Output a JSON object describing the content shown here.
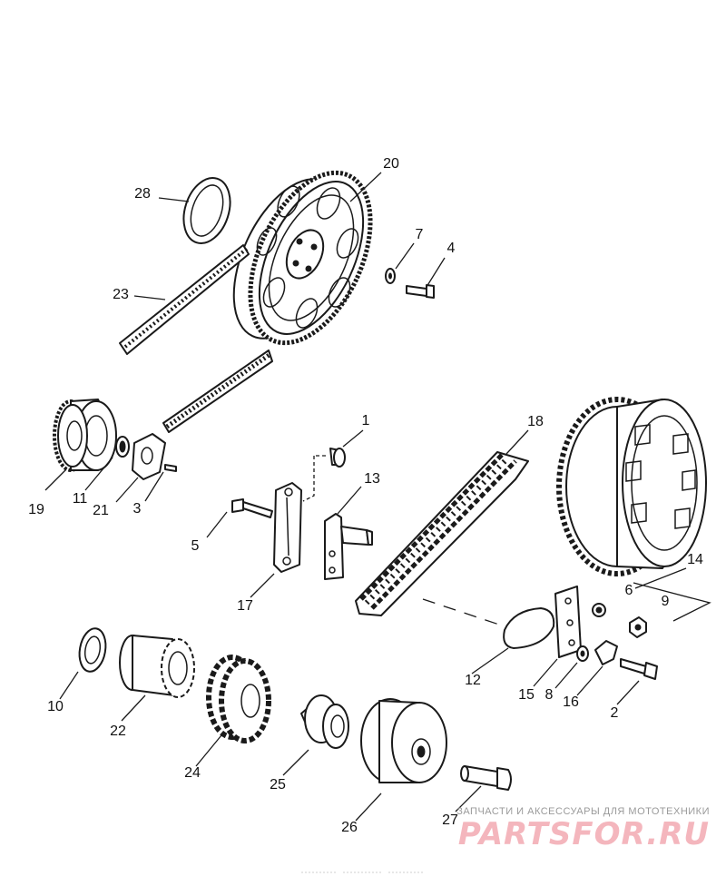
{
  "diagram": {
    "callouts": [
      "1",
      "2",
      "3",
      "4",
      "5",
      "6",
      "7",
      "8",
      "9",
      "10",
      "11",
      "12",
      "13",
      "14",
      "15",
      "16",
      "17",
      "18",
      "19",
      "20",
      "21",
      "22",
      "23",
      "24",
      "25",
      "26",
      "27",
      "28"
    ]
  },
  "watermark": {
    "tagline": "ЗАПЧАСТИ И АКСЕССУАРЫ ДЛЯ МОТОТЕХНИКИ",
    "logo": "PARTSFOR.RU",
    "color": "#f4b6bd"
  }
}
